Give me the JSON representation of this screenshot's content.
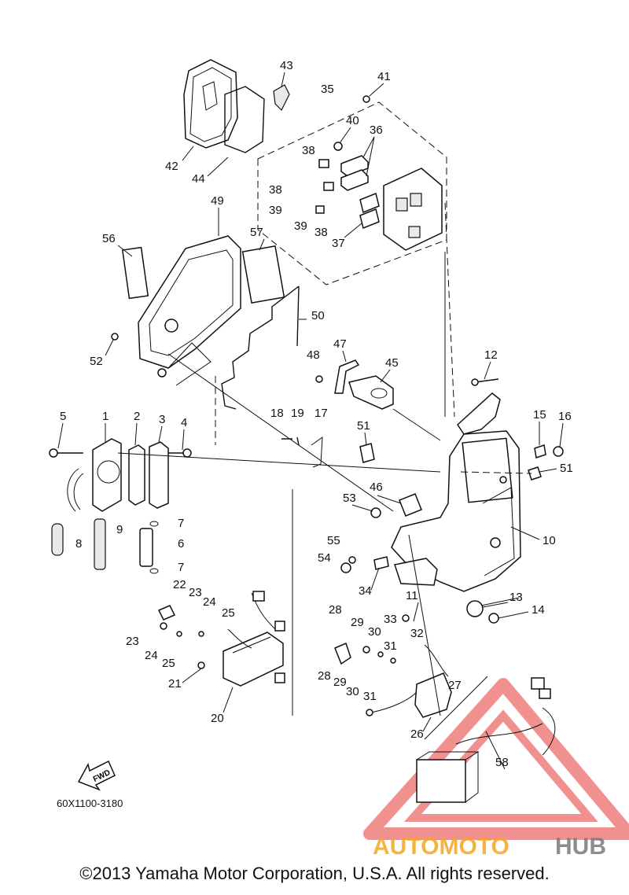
{
  "diagram": {
    "code": "60X1100-3180",
    "fwd_label": "FWD",
    "copyright": "©2013 Yamaha Motor Corporation, U.S.A. All rights reserved.",
    "watermark": {
      "text_a": "AUTOMOTO",
      "text_b": "HUB",
      "color_a": "#f5a623",
      "color_b": "#7a7a7a",
      "mark_color": "#e53935"
    },
    "part_labels": [
      "1",
      "2",
      "3",
      "4",
      "5",
      "6",
      "7",
      "7",
      "8",
      "9",
      "10",
      "11",
      "12",
      "13",
      "14",
      "15",
      "16",
      "17",
      "18",
      "19",
      "20",
      "21",
      "22",
      "23",
      "23",
      "24",
      "24",
      "25",
      "25",
      "26",
      "27",
      "28",
      "28",
      "29",
      "29",
      "30",
      "30",
      "31",
      "31",
      "32",
      "33",
      "34",
      "35",
      "36",
      "37",
      "38",
      "38",
      "38",
      "39",
      "39",
      "40",
      "41",
      "42",
      "43",
      "44",
      "45",
      "46",
      "47",
      "48",
      "49",
      "50",
      "51",
      "51",
      "52",
      "53",
      "54",
      "55",
      "56",
      "57",
      "58"
    ]
  }
}
